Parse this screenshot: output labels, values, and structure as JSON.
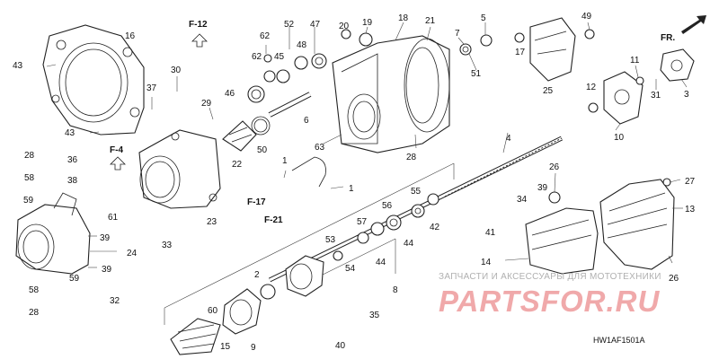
{
  "diagram": {
    "callouts": [
      {
        "id": "c16",
        "label": "16"
      },
      {
        "id": "c43a",
        "label": "43"
      },
      {
        "id": "c43b",
        "label": "43"
      },
      {
        "id": "c37",
        "label": "37"
      },
      {
        "id": "c30",
        "label": "30"
      },
      {
        "id": "c29",
        "label": "29"
      },
      {
        "id": "c62a",
        "label": "62"
      },
      {
        "id": "c62b",
        "label": "62"
      },
      {
        "id": "c52",
        "label": "52"
      },
      {
        "id": "c47",
        "label": "47"
      },
      {
        "id": "c45",
        "label": "45"
      },
      {
        "id": "c48",
        "label": "48"
      },
      {
        "id": "c46",
        "label": "46"
      },
      {
        "id": "c6",
        "label": "6"
      },
      {
        "id": "c50",
        "label": "50"
      },
      {
        "id": "c22",
        "label": "22"
      },
      {
        "id": "c63",
        "label": "63"
      },
      {
        "id": "c19",
        "label": "19"
      },
      {
        "id": "c20",
        "label": "20"
      },
      {
        "id": "c18",
        "label": "18"
      },
      {
        "id": "c21",
        "label": "21"
      },
      {
        "id": "c7",
        "label": "7"
      },
      {
        "id": "c5",
        "label": "5"
      },
      {
        "id": "c51",
        "label": "51"
      },
      {
        "id": "c17",
        "label": "17"
      },
      {
        "id": "c49",
        "label": "49"
      },
      {
        "id": "c25",
        "label": "25"
      },
      {
        "id": "c11",
        "label": "11"
      },
      {
        "id": "c12",
        "label": "12"
      },
      {
        "id": "c31",
        "label": "31"
      },
      {
        "id": "c3",
        "label": "3"
      },
      {
        "id": "c10",
        "label": "10"
      },
      {
        "id": "c28a",
        "label": "28"
      },
      {
        "id": "c36",
        "label": "36"
      },
      {
        "id": "c58a",
        "label": "58"
      },
      {
        "id": "c38",
        "label": "38"
      },
      {
        "id": "c59a",
        "label": "59"
      },
      {
        "id": "c61",
        "label": "61"
      },
      {
        "id": "c23",
        "label": "23"
      },
      {
        "id": "c33",
        "label": "33"
      },
      {
        "id": "c1a",
        "label": "1"
      },
      {
        "id": "c1b",
        "label": "1"
      },
      {
        "id": "c28b",
        "label": "28"
      },
      {
        "id": "c4",
        "label": "4"
      },
      {
        "id": "c26a",
        "label": "26"
      },
      {
        "id": "c27",
        "label": "27"
      },
      {
        "id": "c39a",
        "label": "39"
      },
      {
        "id": "c34",
        "label": "34"
      },
      {
        "id": "c13",
        "label": "13"
      },
      {
        "id": "c55",
        "label": "55"
      },
      {
        "id": "c56",
        "label": "56"
      },
      {
        "id": "c42",
        "label": "42"
      },
      {
        "id": "c57",
        "label": "57"
      },
      {
        "id": "c44a",
        "label": "44"
      },
      {
        "id": "c44b",
        "label": "44"
      },
      {
        "id": "c53",
        "label": "53"
      },
      {
        "id": "c54",
        "label": "54"
      },
      {
        "id": "c41",
        "label": "41"
      },
      {
        "id": "c14",
        "label": "14"
      },
      {
        "id": "c26b",
        "label": "26"
      },
      {
        "id": "c39b",
        "label": "39"
      },
      {
        "id": "c24",
        "label": "24"
      },
      {
        "id": "c39c",
        "label": "39"
      },
      {
        "id": "c59b",
        "label": "59"
      },
      {
        "id": "c58b",
        "label": "58"
      },
      {
        "id": "c32",
        "label": "32"
      },
      {
        "id": "c28c",
        "label": "28"
      },
      {
        "id": "c2",
        "label": "2"
      },
      {
        "id": "c8",
        "label": "8"
      },
      {
        "id": "c60",
        "label": "60"
      },
      {
        "id": "c9",
        "label": "9"
      },
      {
        "id": "c15",
        "label": "15"
      },
      {
        "id": "c40",
        "label": "40"
      },
      {
        "id": "c35",
        "label": "35"
      }
    ],
    "references": [
      {
        "id": "rF12",
        "label": "F-12"
      },
      {
        "id": "rF4",
        "label": "F-4"
      },
      {
        "id": "rF17",
        "label": "F-17"
      },
      {
        "id": "rF21",
        "label": "F-21"
      },
      {
        "id": "rFR",
        "label": "FR."
      }
    ],
    "diagram_code": "HW1AF1501A"
  },
  "watermark": {
    "tagline": "ЗАПЧАСТИ И АКСЕССУАРЫ ДЛЯ МОТОТЕХНИКИ",
    "logo": "PARTSFOR.RU",
    "logo_color": "#f0a9aa"
  }
}
